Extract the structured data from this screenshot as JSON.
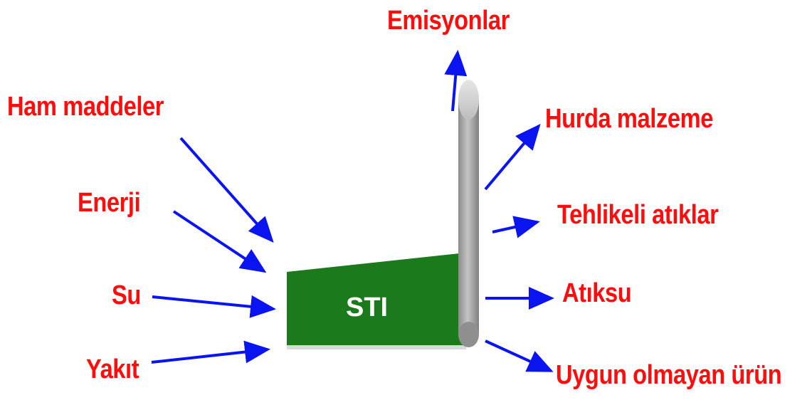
{
  "process": {
    "label": "STI"
  },
  "inputs": [
    {
      "id": "ham-maddeler",
      "label": "Ham maddeler"
    },
    {
      "id": "enerji",
      "label": "Enerji"
    },
    {
      "id": "su",
      "label": "Su"
    },
    {
      "id": "yakit",
      "label": "Yakıt"
    }
  ],
  "outputs": [
    {
      "id": "emisyonlar",
      "label": "Emisyonlar"
    },
    {
      "id": "hurda-malzeme",
      "label": "Hurda malzeme"
    },
    {
      "id": "tehlikeli-atiklar",
      "label": "Tehlikeli atıklar"
    },
    {
      "id": "atiksu",
      "label": "Atıksu"
    },
    {
      "id": "uygun-olmayan-urun",
      "label": "Uygun olmayan ürün"
    }
  ],
  "colors": {
    "label": "#ff0d0d",
    "arrow": "#0a14f0",
    "box": "#1b7a1b",
    "pipe": "#a9a9a9"
  }
}
